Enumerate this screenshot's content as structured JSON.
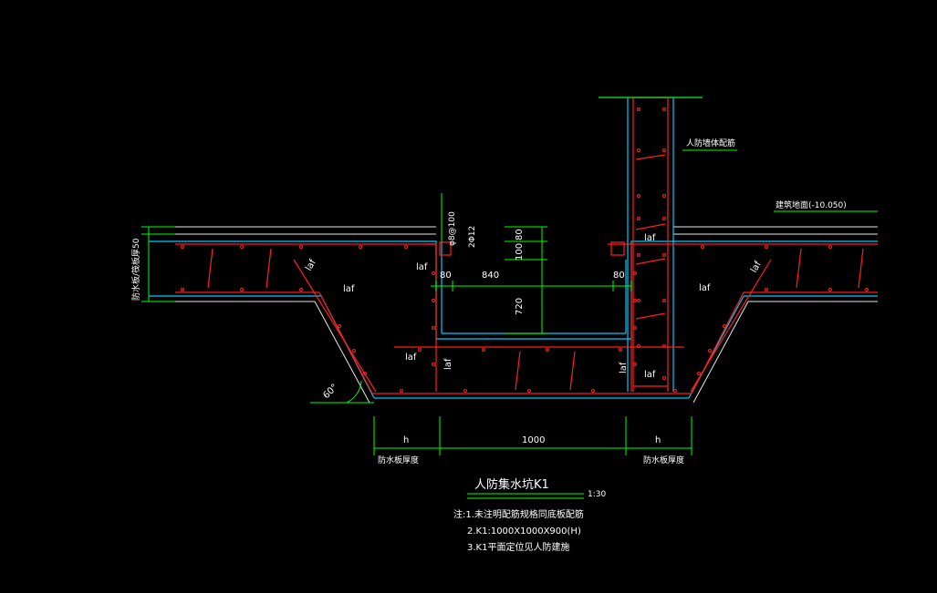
{
  "colors": {
    "background": "#000000",
    "concrete_outline": "#00c8ff",
    "waterproof_line": "#e6e6e6",
    "rebar": "#ff1e1e",
    "dimension": "#00ff00",
    "text": "#ffffff"
  },
  "labels": {
    "wall_rebar": "人防墙体配筋",
    "floor_level": "建筑地面(-10.050)",
    "waterproof_slab_thickness": "防水板/筏板厚50",
    "stirrup_spec": "φ8@100",
    "bar_spec": "2Φ12",
    "anchor_laf": "laf",
    "angle": "60°"
  },
  "dimensions": {
    "d_80_top": "80",
    "d_100": "100",
    "d_720": "720",
    "d_80_left": "80",
    "d_840": "840",
    "d_80_right": "80",
    "d_h_left": "h",
    "d_1000": "1000",
    "d_h_right": "h",
    "sub_left": "防水板厚度",
    "sub_right": "防水板厚度"
  },
  "title": {
    "name": "人防集水坑K1",
    "scale": "1:30"
  },
  "notes": {
    "n1": "注:1.未注明配筋规格同底板配筋",
    "n2": "2.K1:1000X1000X900(H)",
    "n3": "3.K1平面定位见人防建施"
  }
}
